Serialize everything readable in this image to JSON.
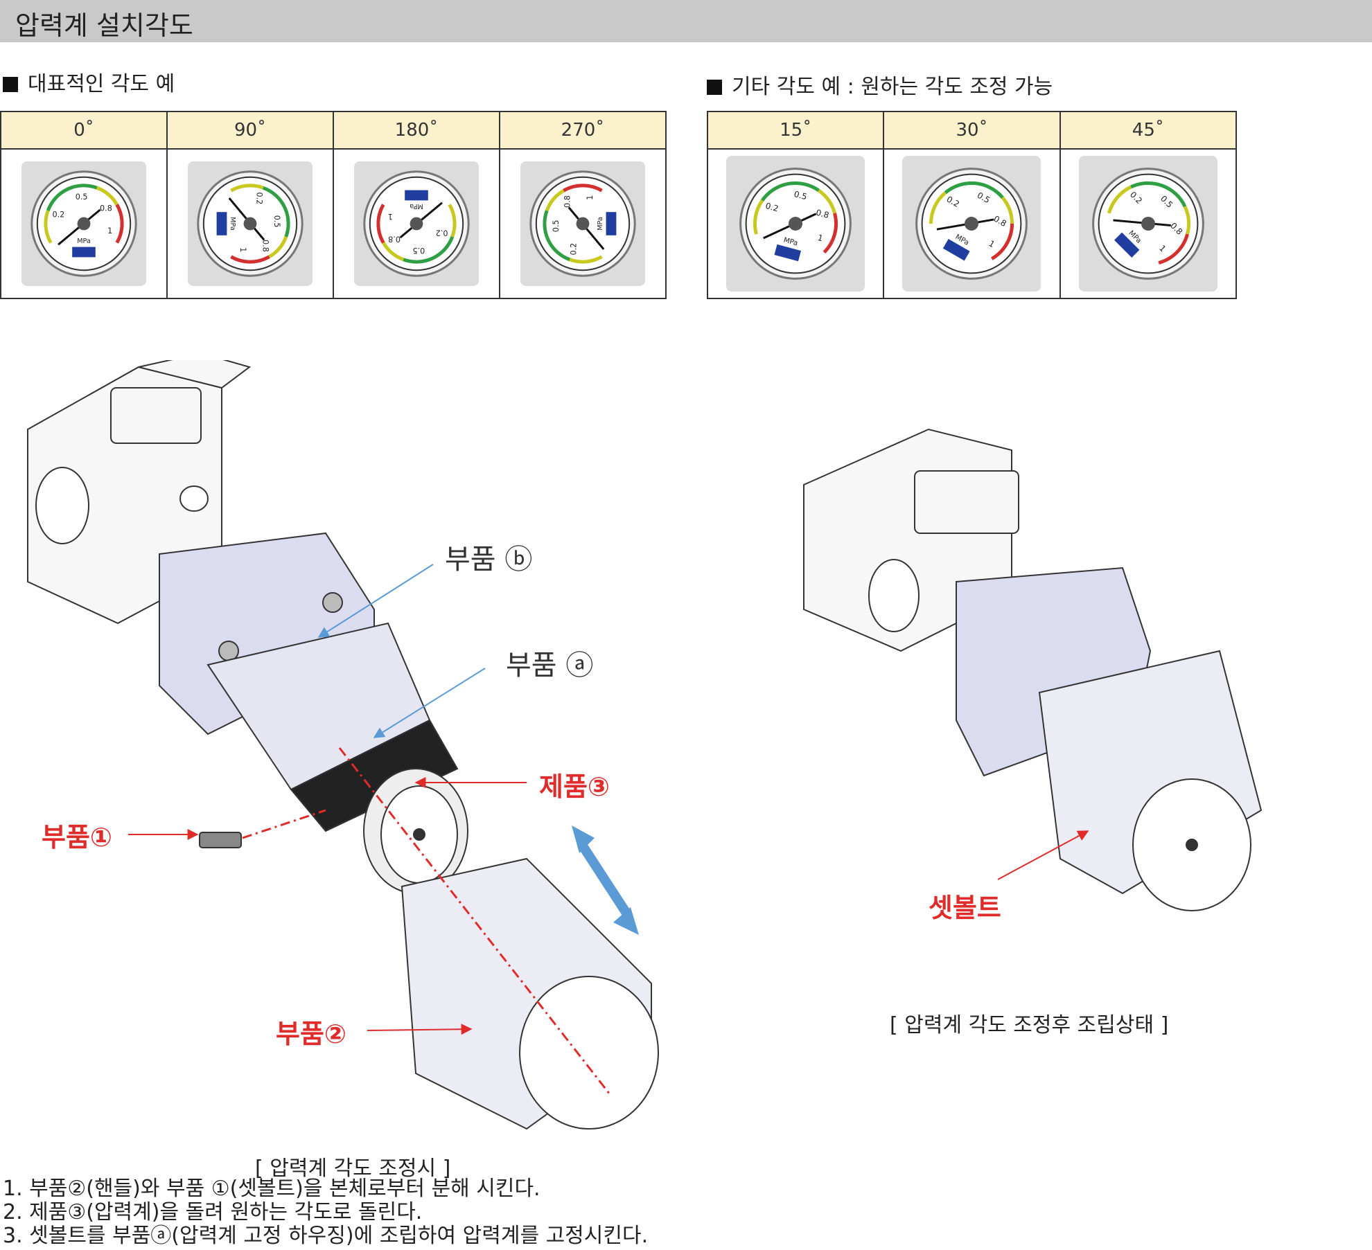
{
  "title": "압력계 설치각도",
  "section_typical": {
    "heading": "대표적인 각도 예",
    "angles": [
      "0˚",
      "90˚",
      "180˚",
      "270˚"
    ]
  },
  "section_other": {
    "heading": "기타 각도 예 : 원하는 각도 조정 가능",
    "angles": [
      "15˚",
      "30˚",
      "45˚"
    ]
  },
  "gauge": {
    "t1": "0.2",
    "t2": "0.5",
    "t3": "0.8",
    "t4": "1",
    "unit": "MPa"
  },
  "labels": {
    "part_b": "부품 ⓑ",
    "part_a": "부품 ⓐ",
    "product3": "제품③",
    "part1": "부품①",
    "part2": "부품②",
    "setbolt": "셋볼트"
  },
  "captions": {
    "adjusting": "[ 압력계 각도 조정시 ]",
    "assembled": "[ 압력계 각도 조정후 조립상태 ]"
  },
  "steps": [
    "1. 부품②(핸들)와 부품 ①(셋볼트)을 본체로부터 분해 시킨다.",
    "2. 제품③(압력계)을 돌려 원하는 각도로 돌린다.",
    "3. 셋볼트를 부품ⓐ(압력계 고정 하우징)에 조립하여 압력계를 고정시킨다."
  ],
  "colors": {
    "header_fill": "#fbf1cc",
    "label_red": "#e02b2b",
    "arrow_blue": "#5b9bd5"
  }
}
